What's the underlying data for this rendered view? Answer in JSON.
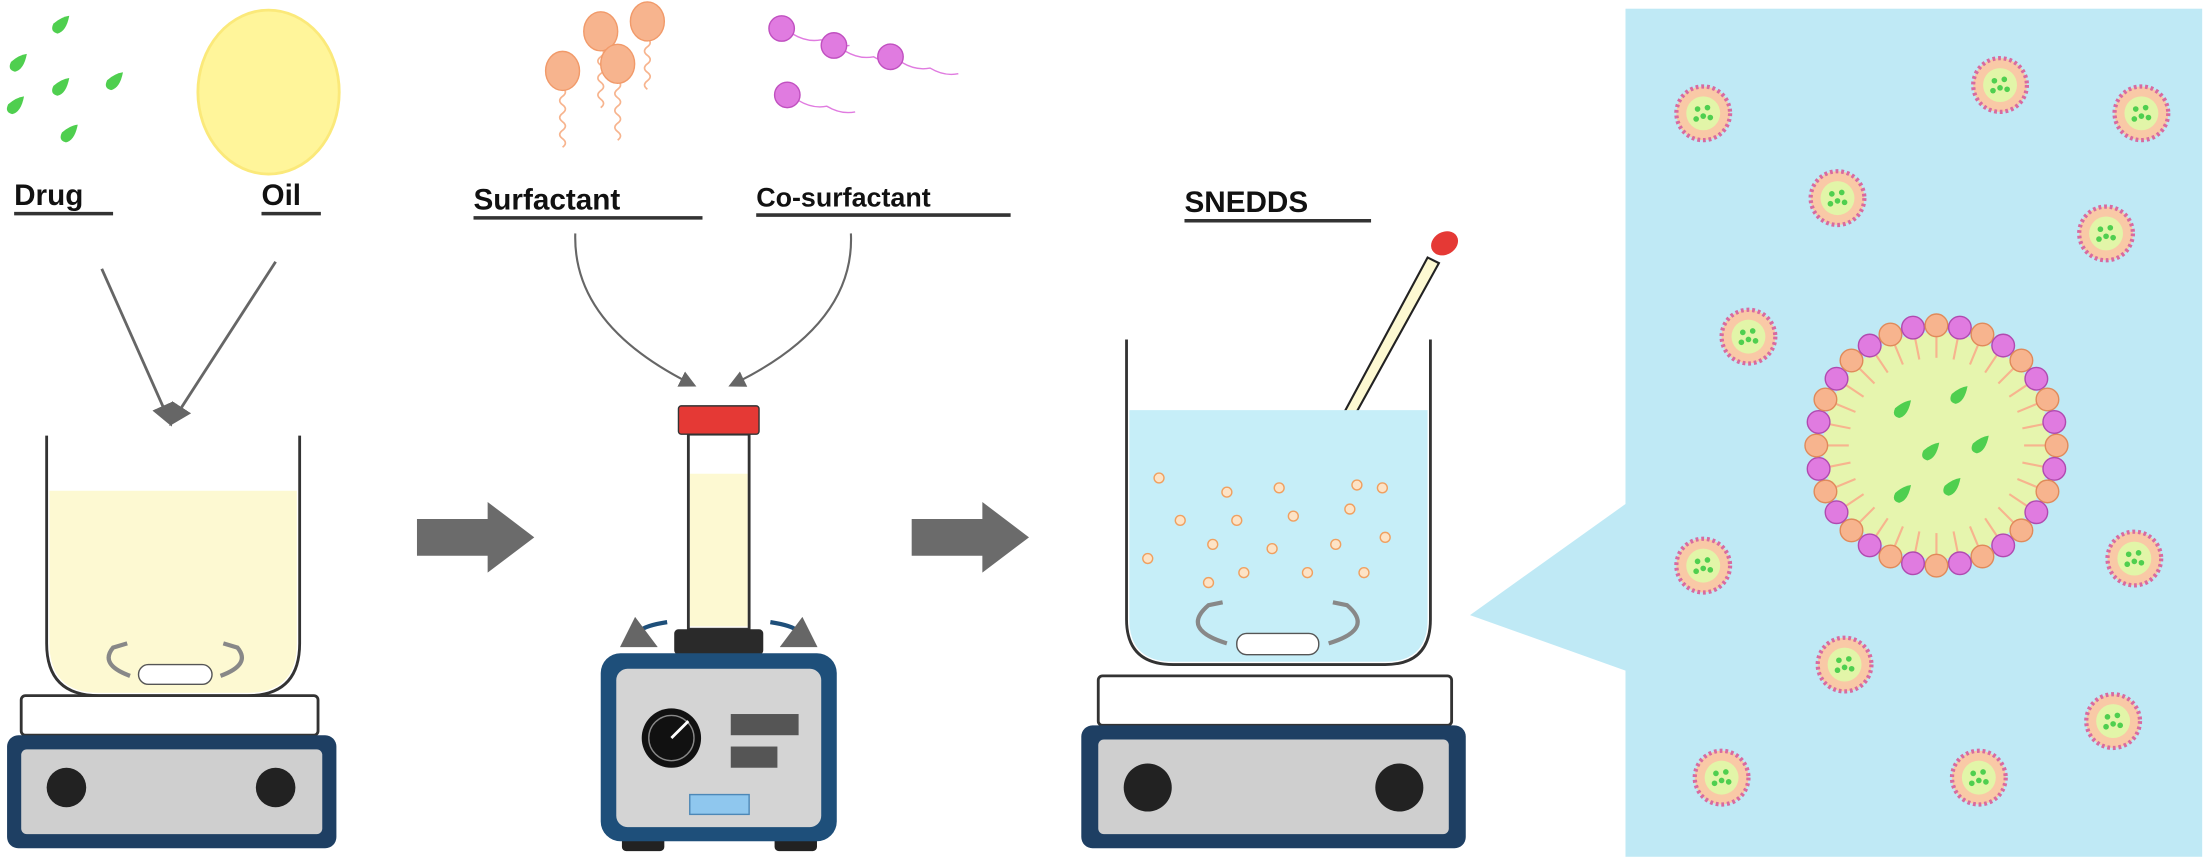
{
  "labels": {
    "drug": "Drug",
    "oil": "Oil",
    "surfactant": "Surfactant",
    "cosurfactant": "Co-surfactant",
    "snedds": "SNEDDS"
  },
  "colors": {
    "drug": "#4fcf4f",
    "oil": "#fff59a",
    "surfactant": "#f7b48e",
    "cosurfactant": "#e07be0",
    "water": "#c6eef8",
    "panel": "#bfe9f5",
    "device": "#1e3f63",
    "cap": "#e53935",
    "arrow": "#6b6b6b"
  }
}
